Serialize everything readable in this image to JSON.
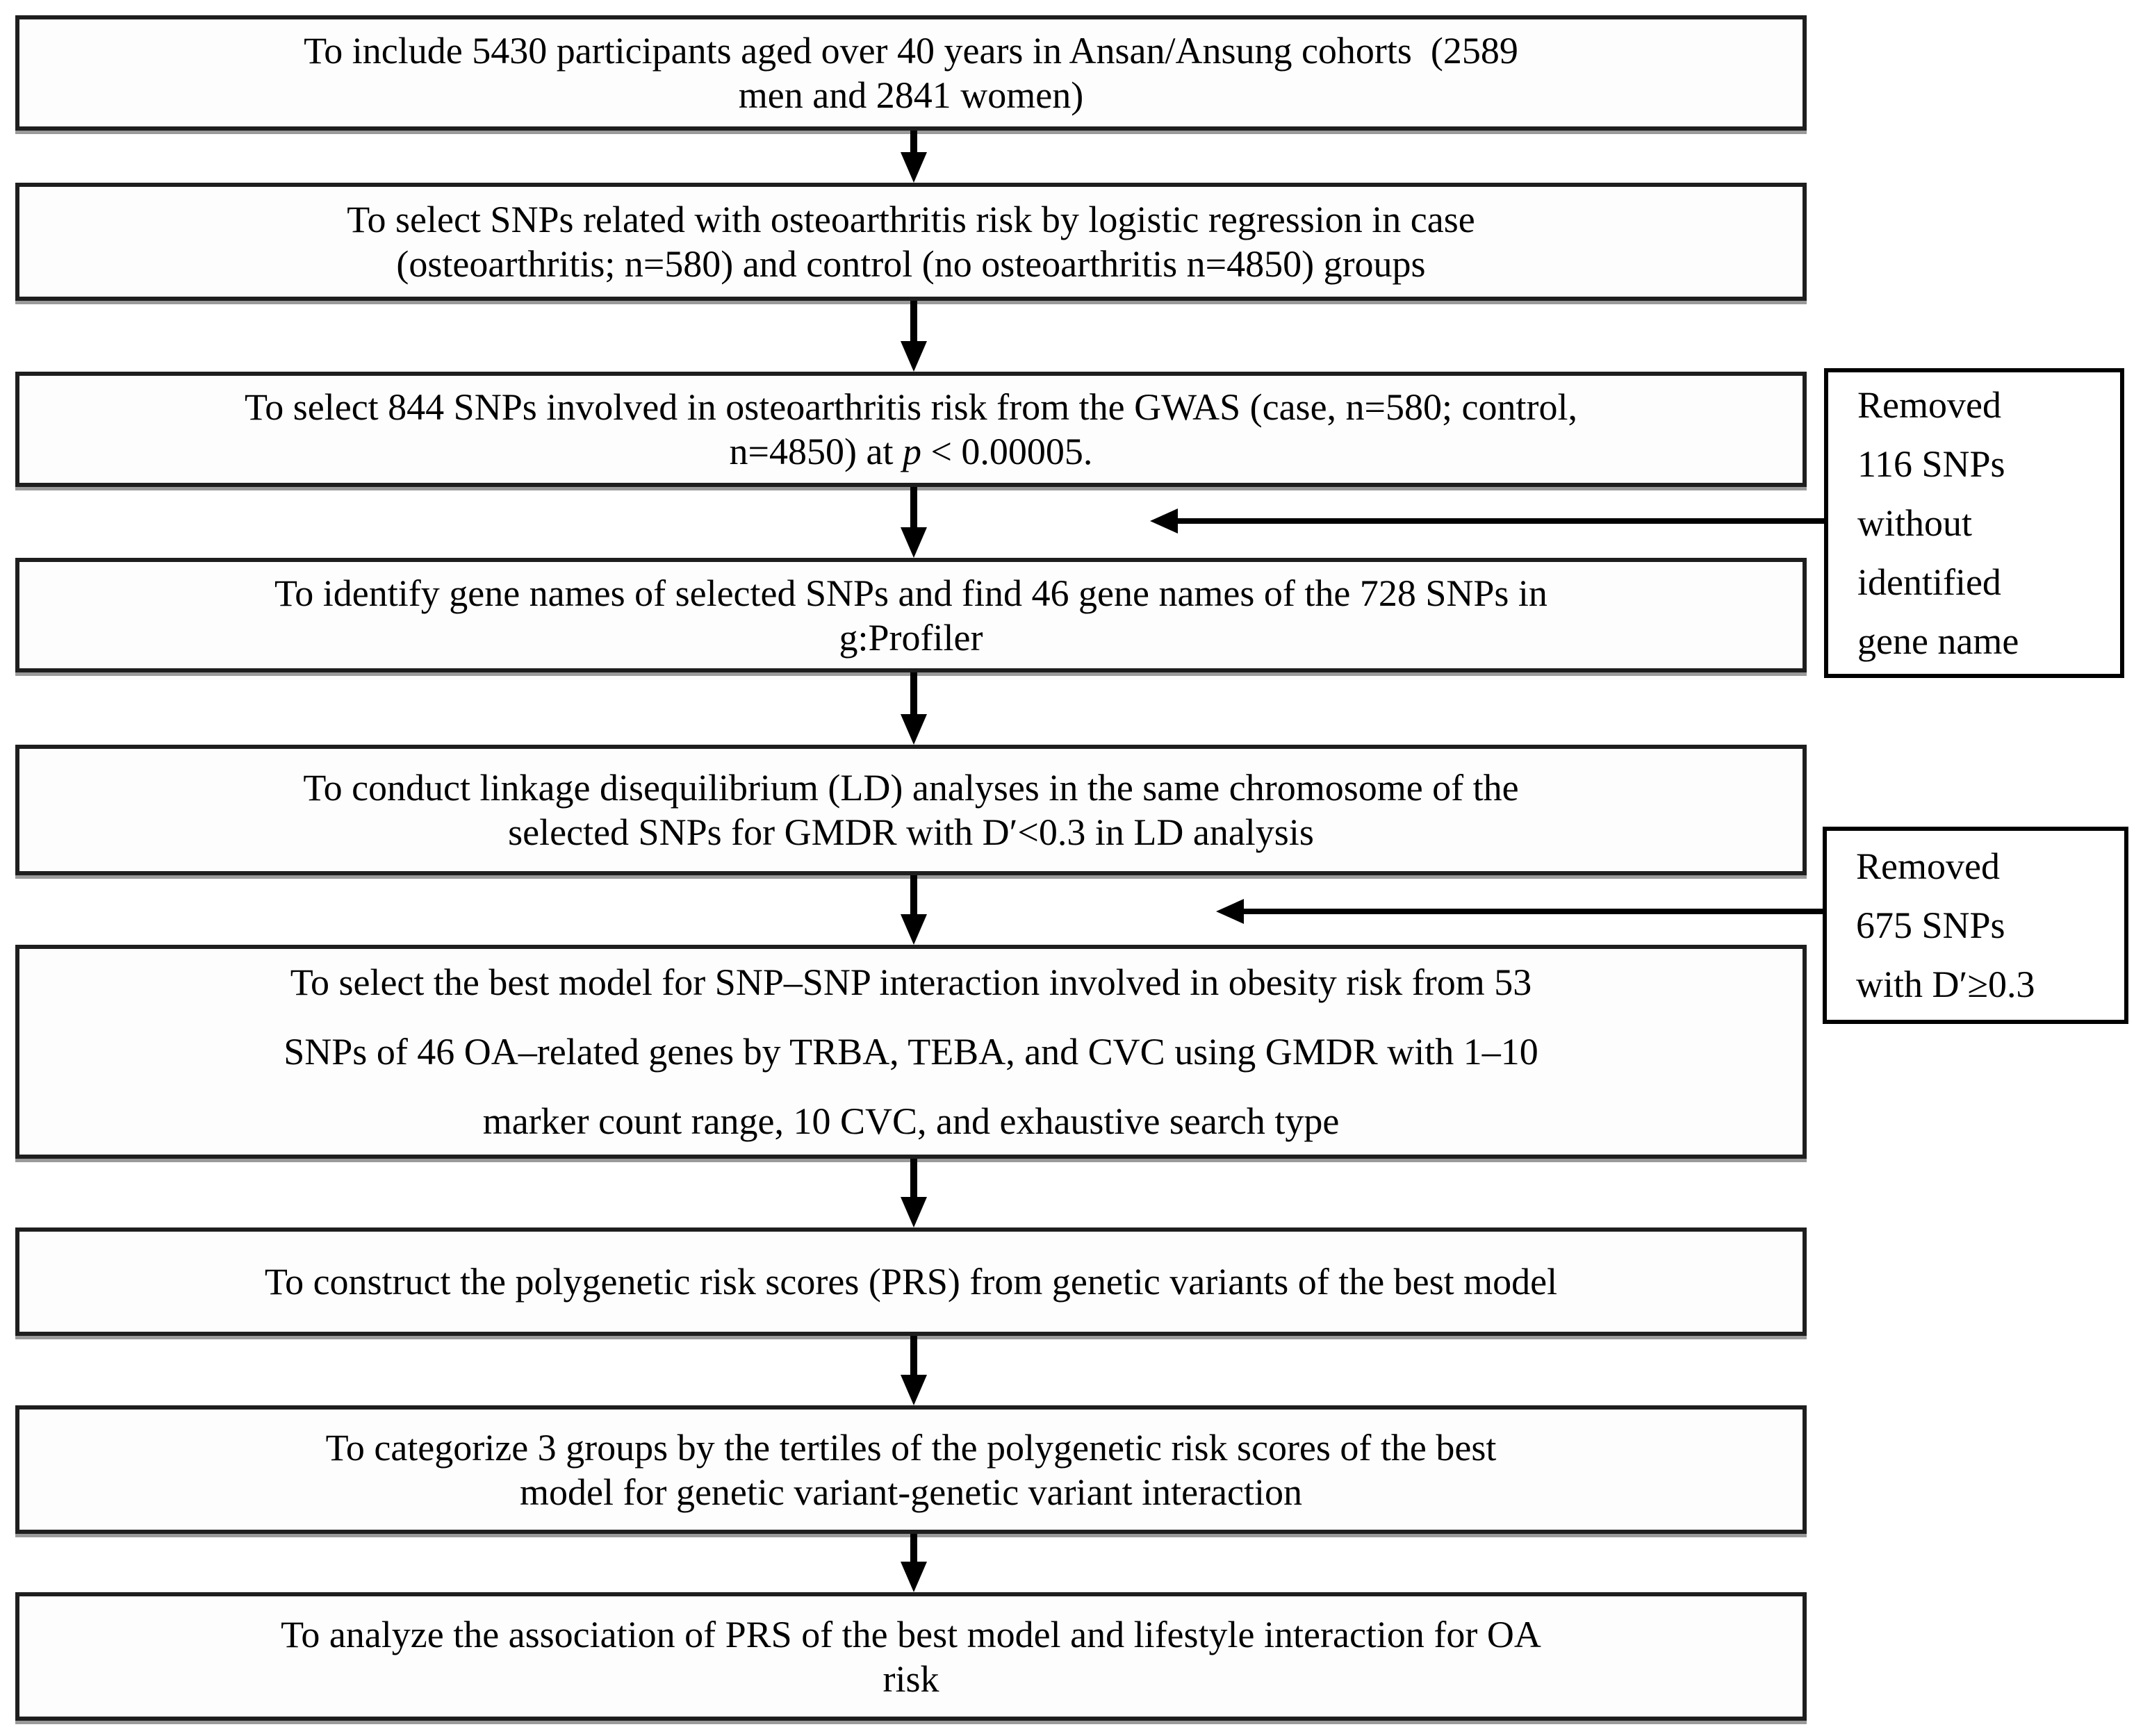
{
  "figure": {
    "type": "flowchart",
    "description": "Study flow diagram of SNP selection and polygenic risk score analysis for osteoarthritis"
  },
  "colors": {
    "box_border": "#1e1e1e",
    "side_box_border": "#000000",
    "text": "#000000",
    "arrow": "#000000",
    "background": "#ffffff"
  },
  "flow_steps": [
    {
      "lines": [
        "To include 5430 participants aged over 40 years in Ansan/Ansung cohorts  (2589",
        "men and 2841 women)"
      ]
    },
    {
      "lines": [
        "To select SNPs related with osteoarthritis risk by logistic regression in case",
        "(osteoarthritis; n=580) and control (no osteoarthritis n=4850) groups"
      ]
    },
    {
      "text_before": "To select 844 SNPs involved in osteoarthritis risk from the GWAS (case, n=580; control,\nn=4850) at ",
      "italic_term": "p",
      "text_after": " < 0.00005."
    },
    {
      "lines": [
        "To identify gene names of selected SNPs and find 46 gene names of the 728 SNPs in",
        "g:Profiler"
      ]
    },
    {
      "lines": [
        "To conduct linkage disequilibrium (LD) analyses in the same chromosome of the",
        "selected SNPs for GMDR with D′<0.3 in LD analysis"
      ]
    },
    {
      "lines": [
        "To select the best model for SNP–SNP interaction involved in obesity risk from 53",
        "SNPs of 46 OA–related genes by TRBA, TEBA, and CVC using GMDR with 1–10",
        "marker count range, 10 CVC, and exhaustive search type"
      ]
    },
    {
      "lines": [
        "To construct the polygenetic risk scores (PRS) from genetic variants of the best model"
      ]
    },
    {
      "lines": [
        "To categorize 3 groups by the tertiles of the polygenetic risk scores of the best",
        "model for genetic variant-genetic variant interaction"
      ]
    },
    {
      "lines": [
        "To analyze the association of PRS of the best model and lifestyle interaction for OA",
        "risk"
      ]
    }
  ],
  "side_notes": [
    {
      "lines": [
        "Removed",
        "116 SNPs",
        "without",
        "identified",
        "gene name"
      ]
    },
    {
      "lines": [
        "Removed",
        "675 SNPs",
        "with D′≥0.3"
      ]
    }
  ]
}
